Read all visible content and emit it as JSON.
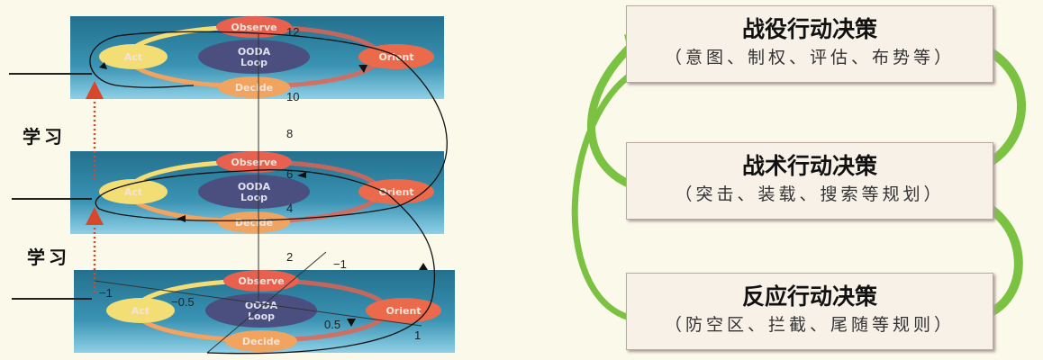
{
  "left_diagram": {
    "planes": [
      {
        "observe": "Observe",
        "orient": "Orient",
        "decide": "Decide",
        "act": "Act",
        "center_line1": "OODA",
        "center_line2": "Loop"
      },
      {
        "observe": "Observe",
        "orient": "Orient",
        "decide": "Decide",
        "act": "Act",
        "center_line1": "OODA",
        "center_line2": "Loop"
      },
      {
        "observe": "Observe",
        "orient": "Orient",
        "decide": "Decide",
        "act": "Act",
        "center_line1": "OODA",
        "center_line2": "Loop"
      }
    ],
    "learn_labels": [
      "学习",
      "学习"
    ],
    "z_ticks": [
      "12",
      "10",
      "8",
      "6",
      "4",
      "2"
    ],
    "xy_ticks": [
      "−1",
      "−1",
      "−0.5",
      "0.5",
      "1"
    ],
    "colors": {
      "plane": "#2b7f9c",
      "observe": "#e8614f",
      "orient": "#ec6a4c",
      "decide": "#f0a460",
      "act": "#f3de76",
      "ooda": "#4a4f80",
      "learn_arrow": "#d9472b",
      "green_arrow": "#7cc242"
    }
  },
  "decision_levels": [
    {
      "title": "战役行动决策",
      "detail": "（意图、制权、评估、布势等）"
    },
    {
      "title": "战术行动决策",
      "detail": "（突击、装载、搜索等规划）"
    },
    {
      "title": "反应行动决策",
      "detail": "（防空区、拦截、尾随等规则）"
    }
  ]
}
